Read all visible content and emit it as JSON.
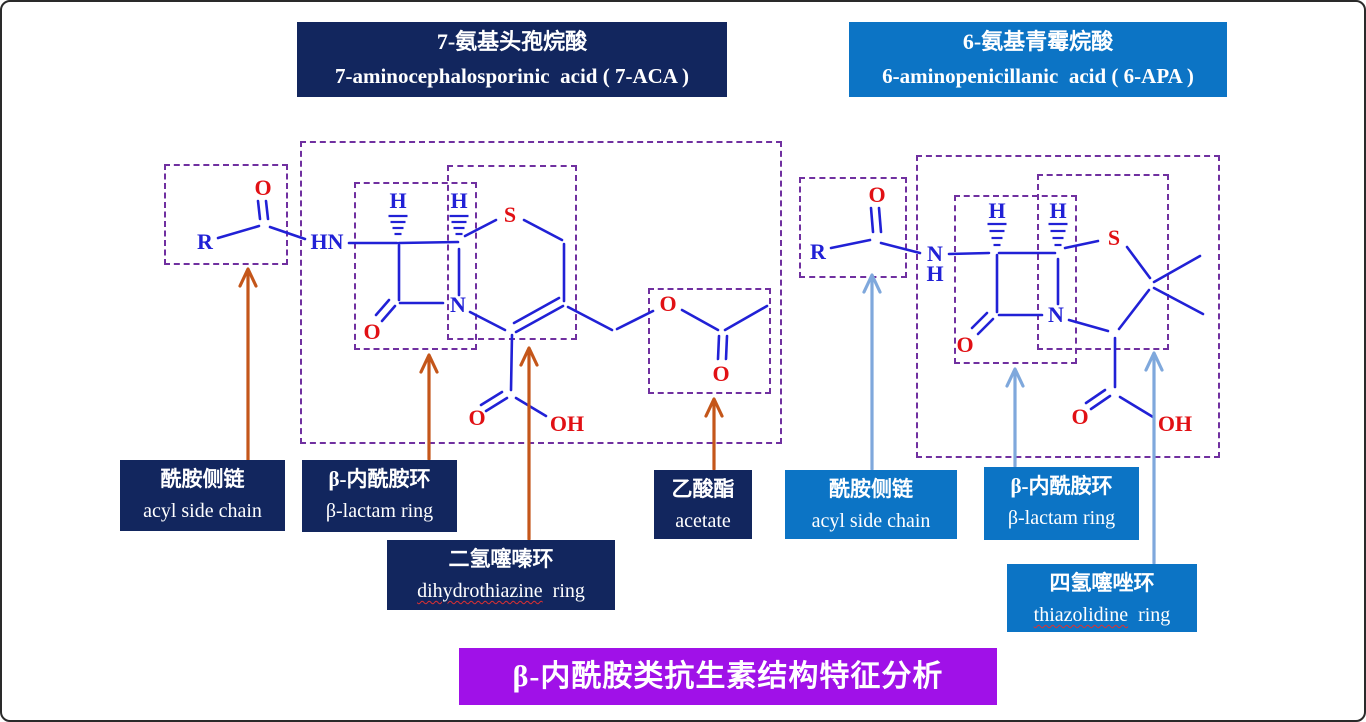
{
  "titles": {
    "left": {
      "zh": "7-氨基头孢烷酸",
      "en": "7-aminocephalosporinic  acid ( 7-ACA )"
    },
    "right": {
      "zh": "6-氨基青霉烷酸",
      "en": "6-aminopenicillanic  acid ( 6-APA )"
    }
  },
  "labels": {
    "acyl_left": {
      "zh": "酰胺侧链",
      "en": "acyl side chain"
    },
    "betalactam_left": {
      "zh": "β-内酰胺环",
      "en": "β-lactam ring"
    },
    "dihydrothiazine": {
      "zh": "二氢噻嗪环",
      "en_word": "dihydrothiazine",
      "en_rest": "  ring"
    },
    "acetate": {
      "zh": "乙酸酯",
      "en": "acetate"
    },
    "acyl_right": {
      "zh": "酰胺侧链",
      "en": "acyl side chain"
    },
    "betalactam_right": {
      "zh": "β-内酰胺环",
      "en": "β-lactam ring"
    },
    "thiazolidine": {
      "zh": "四氢噻唑环",
      "en_word": "thiazolidine",
      "en_rest": "  ring"
    }
  },
  "footer": {
    "title": "β-内酰胺类抗生素结构特征分析"
  },
  "atoms": {
    "ceph": {
      "R": "R",
      "O_carbonyl": "O",
      "HN": "HN",
      "H_c7": "H",
      "H_c6": "H",
      "S": "S",
      "N_ring": "N",
      "O_lactam": "O",
      "O_acid": "O",
      "OH_acid": "OH",
      "O_ester": "O",
      "O_acetyl": "O"
    },
    "pen": {
      "R": "R",
      "O_carbonyl": "O",
      "N_amide": "N",
      "H_amide": "H",
      "H_c6": "H",
      "H_c5": "H",
      "S": "S",
      "N_ring": "N",
      "O_lactam": "O",
      "O_acid": "O",
      "OH_acid": "OH"
    }
  },
  "colors": {
    "navy_box": "#12265E",
    "blue_box": "#0C74C5",
    "banner_purple": "#A011E8",
    "dashed_purple": "#7030A0",
    "bond_blue": "#2121D6",
    "heteroatom_red": "#E11014",
    "arrow_orange": "#C4561A",
    "arrow_lightblue": "#7FA8DC"
  }
}
